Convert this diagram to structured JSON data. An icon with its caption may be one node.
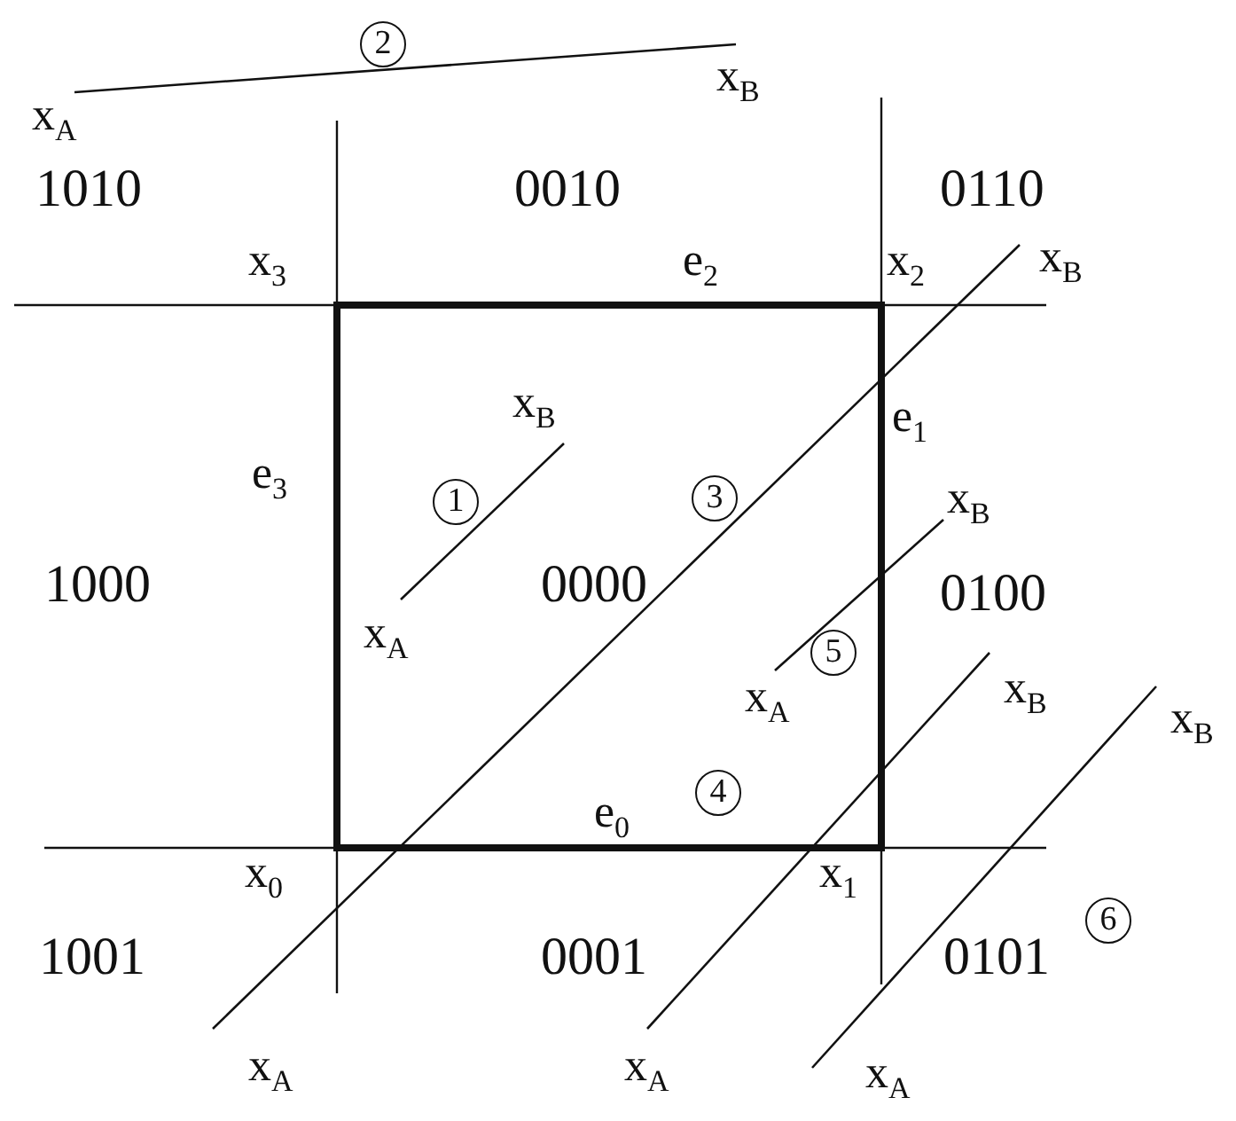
{
  "diagram": {
    "nodes": [
      {
        "text": [
          "x$_{A}$"
        ]
      },
      {
        "text": [
          "x$_{B}$"
        ]
      },
      {
        "text": [
          "x$_{B}$"
        ]
      },
      {
        "text": [
          "x$_{B}$"
        ]
      },
      {
        "text": [
          "x$_{B}$"
        ]
      },
      {
        "text": [
          "x$_{A}$"
        ]
      },
      {
        "text": [
          "x$_{A}$"
        ]
      },
      {
        "text": [
          "x$_{B}$"
        ]
      },
      {
        "text": [
          "x$_{B}$"
        ]
      },
      {
        "text": [
          "x$_{A}$"
        ]
      },
      {
        "text": [
          "x$_{A}$"
        ]
      },
      {
        "text": [
          "x$_{A}$"
        ]
      }
    ],
    "edges": [
      {
        "from": 5,
        "to": 3,
        "arrow": "none",
        "label": "1"
      },
      {
        "from": 0,
        "to": 1,
        "arrow": "none",
        "label": "2"
      },
      {
        "from": 9,
        "to": 2,
        "arrow": "none",
        "label": "3"
      },
      {
        "from": 10,
        "to": 7,
        "arrow": "none",
        "label": "4"
      },
      {
        "from": 6,
        "to": 4,
        "arrow": "none",
        "label": "5"
      },
      {
        "from": 11,
        "to": 8,
        "arrow": "none",
        "label": "6"
      }
    ],
    "labels": [
      "1010",
      "0010",
      "0110",
      "x$_{3}$",
      "e$_{2}$",
      "x$_{2}$",
      "e$_{1}$",
      "e$_{3}$",
      "1000",
      "0000",
      "0100",
      "e$_{0}$",
      "x$_{0}$",
      "x$_{1}$",
      "1001",
      "0001",
      "0101"
    ]
  }
}
